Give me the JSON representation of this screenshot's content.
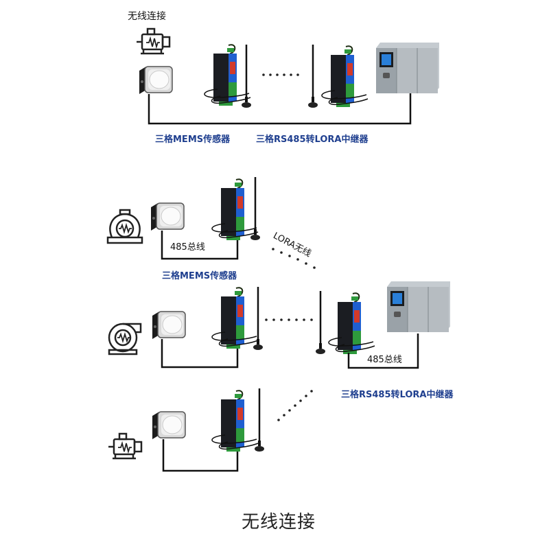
{
  "title_top": "无线连接",
  "caption": "无线连接",
  "labels": {
    "sensor_1": "三格MEMS传感器",
    "repeater_1": "三格RS485转LORA中继器",
    "bus_1": "485总线",
    "lora": "LORA无线",
    "sensor_2": "三格MEMS传感器",
    "bus_2": "485总线",
    "repeater_2": "三格RS485转LORA中继器"
  },
  "colors": {
    "label_blue": "#1f3f8f",
    "device_green": "#2e9a3c",
    "device_blue": "#1f5fd0",
    "device_red": "#d23a2a",
    "plc_gray": "#9aa2a8",
    "plc_screen": "#2a7fd8"
  },
  "icons": [
    "motor-icon",
    "blower-icon",
    "pump-icon",
    "sensor-icon",
    "lora-repeater-icon",
    "antenna-icon",
    "plc-icon"
  ]
}
